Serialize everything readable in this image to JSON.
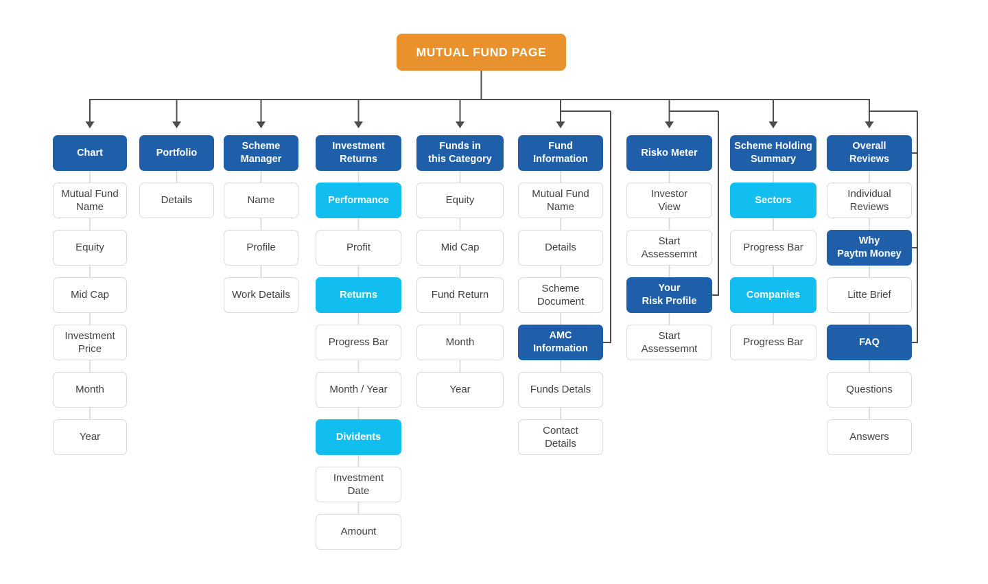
{
  "root": {
    "label": "MUTUAL FUND PAGE"
  },
  "colors": {
    "root_fill": "#E9922D",
    "primary_fill": "#1F5FA9",
    "accent_fill": "#12BDEF",
    "leaf_background": "#FFFFFF",
    "leaf_border": "#D9D9D9",
    "leaf_text": "#414141",
    "tree_line": "#4D4D4D",
    "column_line": "#D4D4D4",
    "page_background": "#FFFFFF"
  },
  "columns": [
    {
      "header": {
        "label": "Chart",
        "variant": "blue"
      },
      "children": [
        {
          "label": "Mutual Fund\nName",
          "variant": "white"
        },
        {
          "label": "Equity",
          "variant": "white"
        },
        {
          "label": "Mid Cap",
          "variant": "white"
        },
        {
          "label": "Investment\nPrice",
          "variant": "white"
        },
        {
          "label": "Month",
          "variant": "white"
        },
        {
          "label": "Year",
          "variant": "white"
        }
      ]
    },
    {
      "header": {
        "label": "Portfolio",
        "variant": "blue"
      },
      "children": [
        {
          "label": "Details",
          "variant": "white"
        }
      ]
    },
    {
      "header": {
        "label": "Scheme\nManager",
        "variant": "blue"
      },
      "children": [
        {
          "label": "Name",
          "variant": "white"
        },
        {
          "label": "Profile",
          "variant": "white"
        },
        {
          "label": "Work Details",
          "variant": "white"
        }
      ]
    },
    {
      "header": {
        "label": "Investment\nReturns",
        "variant": "blue"
      },
      "children": [
        {
          "label": "Performance",
          "variant": "cyan"
        },
        {
          "label": "Profit",
          "variant": "white"
        },
        {
          "label": "Returns",
          "variant": "cyan"
        },
        {
          "label": "Progress Bar",
          "variant": "white"
        },
        {
          "label": "Month / Year",
          "variant": "white"
        },
        {
          "label": "Dividents",
          "variant": "cyan"
        },
        {
          "label": "Investment\nDate",
          "variant": "white"
        },
        {
          "label": "Amount",
          "variant": "white"
        }
      ]
    },
    {
      "header": {
        "label": "Funds in\nthis Category",
        "variant": "blue"
      },
      "children": [
        {
          "label": "Equity",
          "variant": "white"
        },
        {
          "label": "Mid Cap",
          "variant": "white"
        },
        {
          "label": "Fund Return",
          "variant": "white"
        },
        {
          "label": "Month",
          "variant": "white"
        },
        {
          "label": "Year",
          "variant": "white"
        }
      ]
    },
    {
      "header": {
        "label": "Fund\nInformation",
        "variant": "blue"
      },
      "children": [
        {
          "label": "Mutual Fund\nName",
          "variant": "white"
        },
        {
          "label": "Details",
          "variant": "white"
        },
        {
          "label": "Scheme\nDocument",
          "variant": "white"
        },
        {
          "label": "AMC\nInformation",
          "variant": "blue"
        },
        {
          "label": "Funds Detals",
          "variant": "white"
        },
        {
          "label": "Contact\nDetails",
          "variant": "white"
        }
      ]
    },
    {
      "header": {
        "label": "Risko Meter",
        "variant": "blue"
      },
      "children": [
        {
          "label": "Investor\nView",
          "variant": "white"
        },
        {
          "label": "Start\nAssessemnt",
          "variant": "white"
        },
        {
          "label": "Your\nRisk Profile",
          "variant": "blue"
        },
        {
          "label": "Start\nAssessemnt",
          "variant": "white"
        }
      ]
    },
    {
      "header": {
        "label": "Scheme Holding\nSummary",
        "variant": "blue"
      },
      "children": [
        {
          "label": "Sectors",
          "variant": "cyan"
        },
        {
          "label": "Progress Bar",
          "variant": "white"
        },
        {
          "label": "Companies",
          "variant": "cyan"
        },
        {
          "label": "Progress Bar",
          "variant": "white"
        }
      ]
    },
    {
      "header": {
        "label": "Overall\nReviews",
        "variant": "blue"
      },
      "children": [
        {
          "label": "Individual\nReviews",
          "variant": "white"
        },
        {
          "label": "Why\nPaytm Money",
          "variant": "blue"
        },
        {
          "label": "Litte Brief",
          "variant": "white"
        },
        {
          "label": "FAQ",
          "variant": "blue"
        },
        {
          "label": "Questions",
          "variant": "white"
        },
        {
          "label": "Answers",
          "variant": "white"
        }
      ]
    }
  ],
  "branches": [
    {
      "column_index": 5,
      "targets": [
        {
          "type": "child",
          "index": 3
        }
      ]
    },
    {
      "column_index": 6,
      "targets": [
        {
          "type": "child",
          "index": 2
        }
      ]
    },
    {
      "column_index": 8,
      "targets": [
        {
          "type": "header"
        },
        {
          "type": "child",
          "index": 1
        },
        {
          "type": "child",
          "index": 3
        }
      ]
    }
  ]
}
